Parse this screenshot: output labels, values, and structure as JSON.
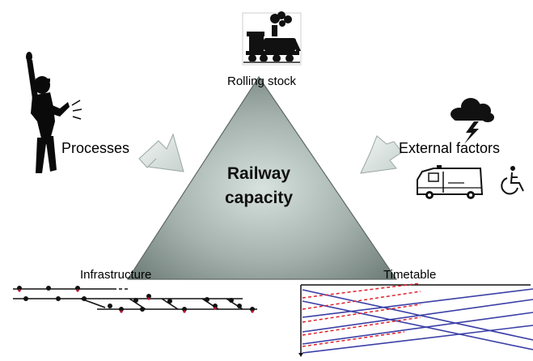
{
  "diagram": {
    "center": {
      "line1": "Railway",
      "line2": "capacity"
    },
    "labels": {
      "rolling_stock": "Rolling stock",
      "processes": "Processes",
      "external_factors": "External factors",
      "infrastructure": "Infrastructure",
      "timetable": "Timetable"
    },
    "icons": {
      "top": "steam-locomotive-icon",
      "left": "traffic-controller-icon",
      "right_weather": "storm-cloud-icon",
      "right_vehicle": "ambulance-icon",
      "right_access": "wheelchair-icon",
      "bottom_left": "track-layout-icon",
      "bottom_right": "train-graph-icon"
    },
    "colors": {
      "triangle_light": "#d7e2de",
      "triangle_dark": "#6f7d78",
      "arrow_fill": "#e4ebe8",
      "timetable_blue": "#3b3fa6",
      "timetable_red": "#e0202a"
    }
  }
}
